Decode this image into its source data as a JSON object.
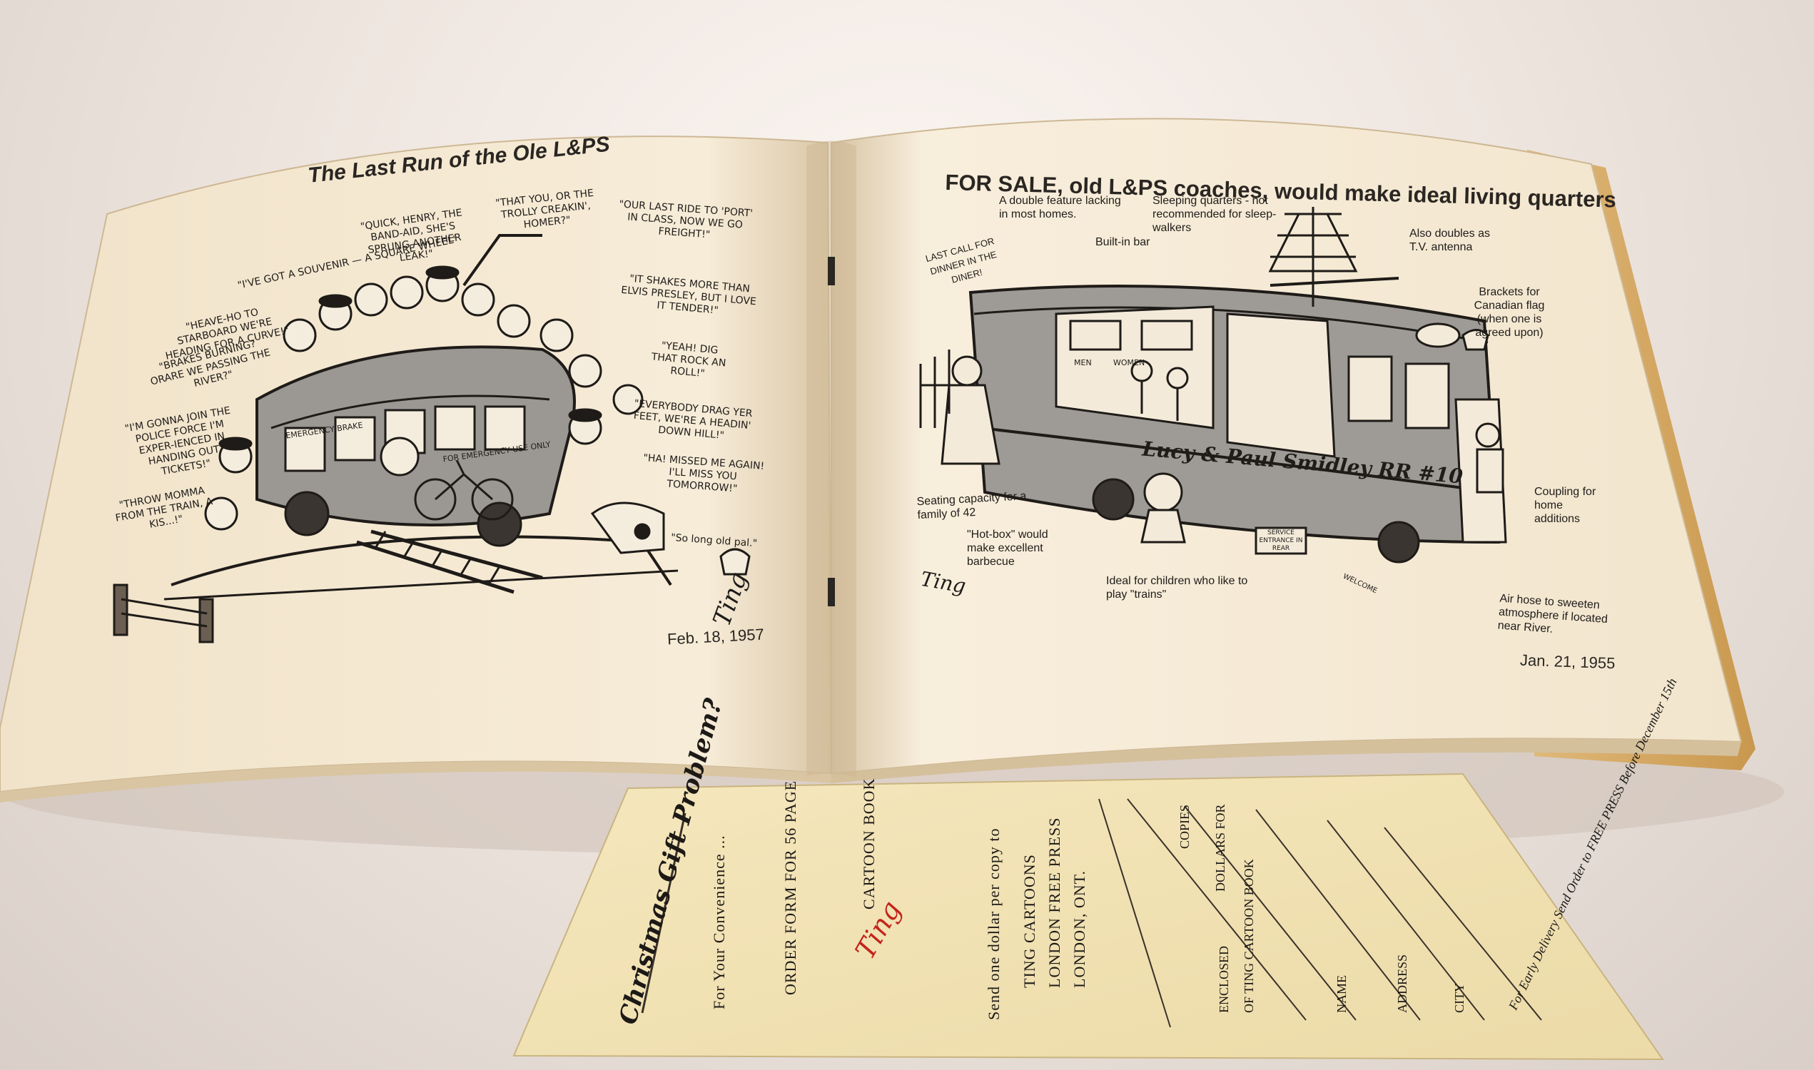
{
  "left_page": {
    "title": "The Last Run of the Ole L&PS",
    "date": "Feb. 18, 1957",
    "signature": "Ting",
    "balloons": [
      "\"I'VE GOT A SOUVENIR — A SQUARE WHEEL\"",
      "\"QUICK, HENRY, THE BAND-AID, SHE'S SPRUNG ANOTHER LEAK!\"",
      "\"THAT YOU, OR THE TROLLY CREAKIN', HOMER?\"",
      "\"OUR LAST RIDE TO 'PORT' IN CLASS, NOW WE GO FREIGHT!\"",
      "\"HEAVE-HO TO STARBOARD WE'RE HEADING FOR A CURVE!\"",
      "\"IT SHAKES MORE THAN ELVIS PRESLEY, BUT I LOVE IT TENDER!\"",
      "\"BRAKES BURNING? ORARE WE PASSING THE RIVER?\"",
      "\"YEAH! DIG THAT ROCK AN ROLL!\"",
      "\"I'M GONNA JOIN THE POLICE FORCE I'M EXPER-IENCED IN HANDING OUT TICKETS!\"",
      "\"EVERYBODY DRAG YER FEET, WE'RE A HEADIN' DOWN HILL!\"",
      "\"HA! MISSED ME AGAIN! I'LL MISS YOU TOMORROW!\"",
      "\"THROW MOMMA FROM THE TRAIN, A KIS...!\"",
      "\"So long old pal.\""
    ],
    "car_signs": [
      "EMERGENCY BRAKE",
      "FOR EMERGENCY USE ONLY"
    ]
  },
  "right_page": {
    "title": "FOR SALE, old L&PS coaches, would make ideal living quarters",
    "date": "Jan. 21, 1955",
    "signature": "Ting",
    "coach_lettering": "Lucy & Paul Smidley RR #10",
    "labels": [
      "LAST CALL FOR DINNER IN THE DINER!",
      "A double feature lacking in most homes.",
      "Built-in bar",
      "Sleeping quarters - not recommended for sleep-walkers",
      "Also doubles as T.V. antenna",
      "Brackets for Canadian flag (when one is agreed upon)",
      "Coupling for home additions",
      "Seating capacity for a family of 42",
      "\"Hot-box\" would make excellent barbecue",
      "Ideal for children who like to play \"trains\"",
      "Air hose to sweeten atmosphere if located near River.",
      "MEN",
      "WOMEN",
      "SERVICE ENTRANCE IN REAR",
      "WELCOME"
    ]
  },
  "order_form": {
    "heading": "Christmas Gift Problem?",
    "convenience": "For Your Convenience ...",
    "order_line": "ORDER FORM FOR 56 PAGE",
    "brand": "Ting",
    "book": "CARTOON BOOK",
    "send_line": "Send one dollar per copy to",
    "address_lines": [
      "TING CARTOONS",
      "LONDON FREE PRESS",
      "LONDON, ONT."
    ],
    "fields": [
      "ENCLOSED",
      "DOLLARS FOR",
      "COPIES",
      "OF TING CARTOON BOOK",
      "NAME",
      "ADDRESS",
      "CITY"
    ],
    "footer": "For Early Delivery Send Order to FREE PRESS Before December 15th"
  },
  "colors": {
    "page": "#f6ecd9",
    "page_shadow": "#e6d4b6",
    "ink": "#2a2622",
    "form_paper": "#f2e3b5",
    "ting_red": "#c2241b",
    "backdrop": "#efe6e0"
  }
}
